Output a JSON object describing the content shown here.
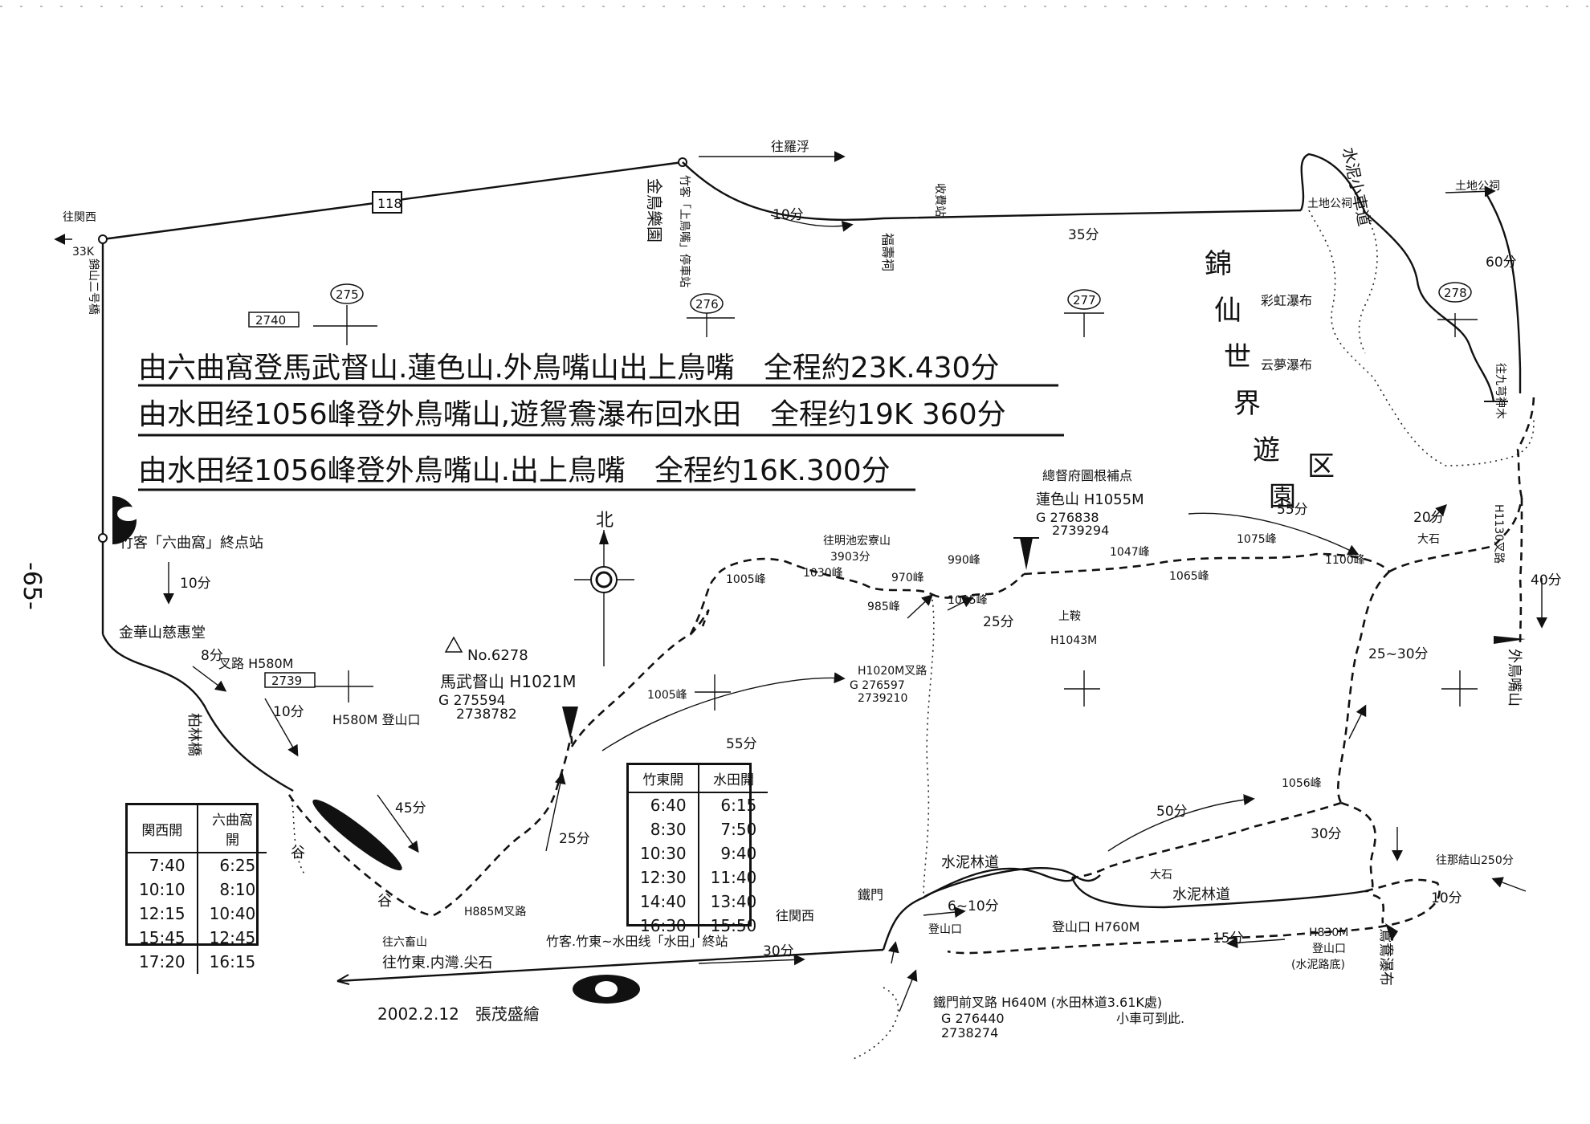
{
  "page_number": "-65-",
  "titles": [
    "由六曲窩登馬武督山.蓮色山.外鳥嘴山出上鳥嘴　全程約23K.430分",
    "由水田经1056峰登外鳥嘴山,遊鴛鴦瀑布回水田　全程约19K 360分",
    "由水田经1056峰登外鳥嘴山.出上鳥嘴　全程约16K.300分"
  ],
  "park_label": [
    "錦",
    "仙",
    "世",
    "界",
    "遊",
    "園",
    "区"
  ],
  "north_label": "北",
  "grid_labels": {
    "g2740": "2740",
    "g275": "275",
    "g276": "276",
    "g277": "277",
    "g278": "278",
    "g2739": "2739"
  },
  "road_number": "118",
  "places": {
    "guanxi": "往関西",
    "k33": "33K",
    "jinshan_road": "錦山二号橋",
    "jinniao": "金鳥樂園",
    "shangniaozui_stop": "竹客「上鳥嘴」停車站",
    "to_luofu": "往羅浮",
    "shoufei": "收費站",
    "fushou": "福壽祠",
    "cement_road": "水泥小車道",
    "tudigong1": "土地公祠",
    "tudigong2": "土地公祠",
    "caihong": "彩虹瀑布",
    "yunmeng": "云夢瀑布",
    "to_shenmu": "往九芎神木",
    "liuquwo_stop": "竹客「六曲窩」終点站",
    "jinhua": "金華山慈惠堂",
    "junction_580": "叉路 H580M",
    "bolin": "柏林橋",
    "trailhead_580": "H580M 登山口",
    "valley": "谷",
    "valley2": "谷",
    "gx_bend": "往六畜山",
    "to_zhudong": "往竹東.内灣.尖石",
    "h885": "H885M叉路",
    "mawudu_no": "No.6278",
    "mawudu": "馬武督山 H1021M",
    "mawudu_g1": "G 275594",
    "mawudu_g2": "2738782",
    "peak1005a": "1005峰",
    "peak1005b": "1005峰",
    "peak1030": "1030峰",
    "to_mingtan": "往明池宏寮山",
    "peak_3903": "3903分",
    "peak970": "970峰",
    "peak985": "985峰",
    "peak990": "990峰",
    "peak1005c": "1005峰",
    "h1020": "H1020M叉路",
    "h1020_g1": "G 276597",
    "h1020_g2": "2739210",
    "lianse_note": "總督府圖根補点",
    "lianse": "蓮色山 H1055M",
    "lianse_g1": "G 276838",
    "lianse_g2": "2739294",
    "shangle": "上鞍",
    "h1043": "H1043M",
    "peak1047": "1047峰",
    "peak1065": "1065峰",
    "peak1075": "1075峰",
    "peak1100": "1100峰",
    "large_rock": "大石",
    "h1130": "H1130叉路",
    "waiNiaozui": "外鳥嘴山",
    "peak1056": "1056峰",
    "cement_forest1": "水泥林道",
    "cement_forest2": "水泥林道",
    "large_rock2": "大石",
    "iron_gate": "鐵門",
    "to_guanxi2": "往関西",
    "trailhead_w": "登山口",
    "trailhead_760": "登山口 H760M",
    "h830": "H830M",
    "trailhead_830": "登山口",
    "trailhead_830b": "(水泥路底)",
    "to_naluo": "往那結山250分",
    "yuanyang": "鴛鴦瀑布",
    "shuitian_stop": "竹客.竹東~水田线「水田」終站",
    "tiemen_junction": "鐵門前叉路 H640M (水田林道3.61K處)",
    "tiemen_g1": "G 276440",
    "tiemen_g2": "2738274",
    "small_car": "小車可到此.",
    "signature": "2002.2.12　張茂盛繪"
  },
  "times": {
    "t10a": "10分",
    "t35": "35分",
    "t60": "60分",
    "t10b": "10分",
    "t8": "8分",
    "t10c": "10分",
    "t45": "45分",
    "t25a": "25分",
    "t55a": "55分",
    "t25b": "25分",
    "t55b": "55分",
    "t20": "20分",
    "t40": "40分",
    "t2530": "25~30分",
    "t50": "50分",
    "t30a": "30分",
    "t610": "6~10分",
    "t15": "15分",
    "t10d": "10分",
    "t30b": "30分"
  },
  "schedule1": {
    "headers": [
      "関西開",
      "六曲窩開"
    ],
    "rows": [
      [
        "7:40",
        "6:25"
      ],
      [
        "10:10",
        "8:10"
      ],
      [
        "12:15",
        "10:40"
      ],
      [
        "15:45",
        "12:45"
      ],
      [
        "17:20",
        "16:15"
      ]
    ]
  },
  "schedule2": {
    "headers": [
      "竹東開",
      "水田開"
    ],
    "rows": [
      [
        "6:40",
        "6:15"
      ],
      [
        "8:30",
        "7:50"
      ],
      [
        "10:30",
        "9:40"
      ],
      [
        "12:30",
        "11:40"
      ],
      [
        "14:40",
        "13:40"
      ],
      [
        "16:30",
        "15:50"
      ]
    ]
  }
}
